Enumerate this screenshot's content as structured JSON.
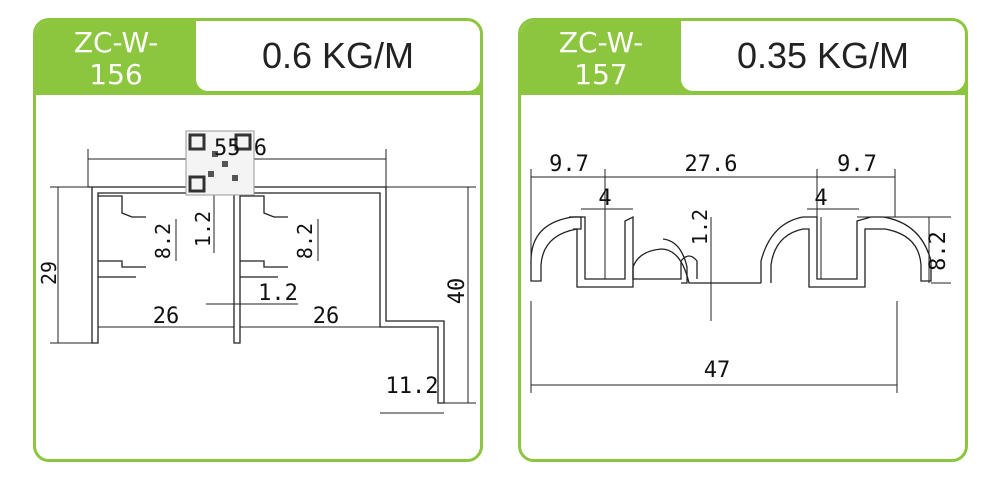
{
  "products": [
    {
      "code_line1": "ZC-W-",
      "code_line2": "156",
      "weight": "0.6 KG/M",
      "dims": {
        "top_width": "55 6",
        "height_left": "29",
        "height_right": "40",
        "slot_left": "8.2",
        "slot_right": "8.2",
        "gap_vertical": "1.2",
        "gap_horizontal": "1.2",
        "width_left": "26",
        "width_right": "26",
        "step": "11.2"
      }
    },
    {
      "code_line1": "ZC-W-",
      "code_line2": "157",
      "weight": "0.35 KG/M",
      "dims": {
        "left_flange": "9.7",
        "center": "27.6",
        "right_flange": "9.7",
        "slot_left": "4",
        "slot_right": "4",
        "thickness": "1.2",
        "height": "8.2",
        "total_width": "47"
      }
    }
  ]
}
